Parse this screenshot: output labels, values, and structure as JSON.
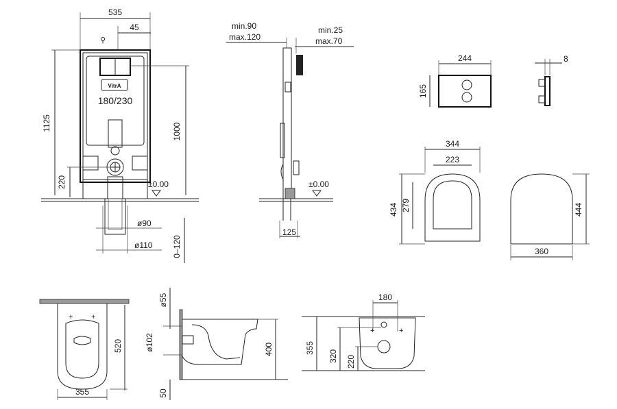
{
  "frame_view": {
    "width": "535",
    "flush_offset": "45",
    "height": "1125",
    "frame_height": "1000",
    "brand": "VitrA",
    "flush_height": "180/230",
    "inlet_height": "220",
    "zero_level": "±0.00",
    "pipe_small": "ø90",
    "pipe_large": "ø110",
    "pipe_range": "0–120"
  },
  "side_view": {
    "depth_min": "min.90",
    "depth_max": "max.120",
    "wall_min": "min.25",
    "wall_max": "max.70",
    "zero_level": "±0.00",
    "base_depth": "125"
  },
  "flush_plate": {
    "width": "244",
    "height": "165",
    "thickness": "8"
  },
  "seat_views": {
    "seat_width": "344",
    "opening_width": "223",
    "seat_length": "434",
    "opening_length": "279",
    "cover_width": "360",
    "cover_length": "444"
  },
  "pan_top": {
    "length": "520",
    "width": "355"
  },
  "pan_side": {
    "pipe_a": "ø55",
    "pipe_b": "ø102",
    "height": "400",
    "floor_gap": "50"
  },
  "pan_front": {
    "bolt_spacing": "180",
    "height": "355",
    "outlet_height": "320",
    "inlet_height": "220"
  }
}
